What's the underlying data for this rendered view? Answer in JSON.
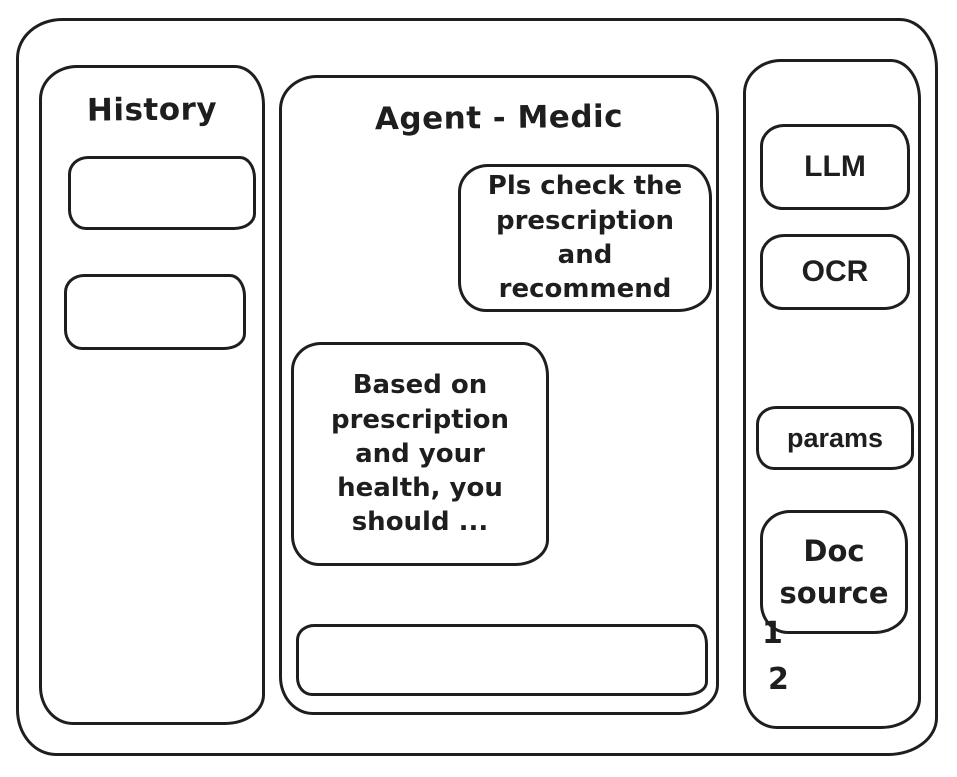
{
  "colors": {
    "ink": "#1e1e1e",
    "background": "#ffffff"
  },
  "history_panel": {
    "title": "History",
    "items": [
      {
        "label": ""
      },
      {
        "label": ""
      }
    ]
  },
  "chat_panel": {
    "title": "Agent - Medic",
    "messages": [
      {
        "role": "user",
        "text": "Pls check the prescription and recommend"
      },
      {
        "role": "assistant",
        "text": "Based on prescription and your health, you should ..."
      }
    ],
    "input": {
      "value": "",
      "placeholder": ""
    }
  },
  "tools_panel": {
    "buttons": [
      {
        "label": "LLM"
      },
      {
        "label": "OCR"
      },
      {
        "label": "params"
      }
    ],
    "doc_source": {
      "label": "Doc source",
      "items": [
        "1",
        "2"
      ]
    }
  }
}
